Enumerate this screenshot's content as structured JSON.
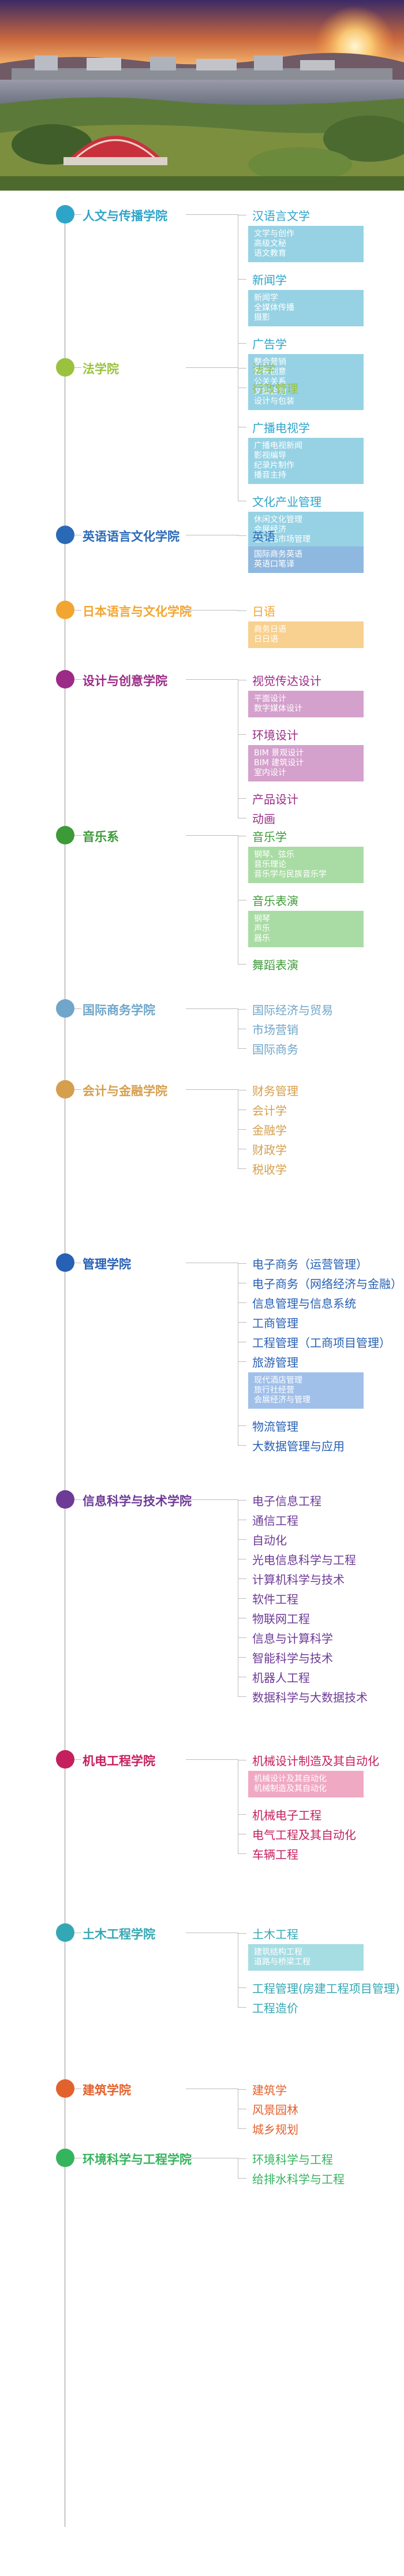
{
  "colleges": [
    {
      "name": "人文与传播学院",
      "color": "#2ea4c9",
      "majors": [
        {
          "label": "汉语言文学",
          "sub": [
            "文学与创作",
            "高级文秘",
            "语文教育"
          ]
        },
        {
          "label": "新闻学",
          "sub": [
            "新闻学",
            "全媒体传播",
            "摄影"
          ]
        },
        {
          "label": "广告学",
          "sub": [
            "整合营销",
            "影视创意",
            "公关关系",
            "文案企划",
            "设计与包装"
          ]
        },
        {
          "label": "广播电视学",
          "sub": [
            "广播电视新闻",
            "影视编导",
            "纪录片制作",
            "播音主持"
          ]
        },
        {
          "label": "文化产业管理",
          "sub": [
            "休闲文化管理",
            "会展经济",
            "艺术品市场管理"
          ]
        }
      ]
    },
    {
      "name": "法学院",
      "color": "#9ac23e",
      "majors": [
        {
          "label": "法学"
        },
        {
          "label": "行政管理"
        }
      ]
    },
    {
      "name": "英语语言文化学院",
      "color": "#2a69b6",
      "majors": [
        {
          "label": "英语",
          "sub": [
            "国际商务英语",
            "英语口笔译"
          ]
        }
      ]
    },
    {
      "name": "日本语言与文化学院",
      "color": "#f2a530",
      "majors": [
        {
          "label": "日语",
          "sub": [
            "商务日语",
            "日日语"
          ]
        }
      ]
    },
    {
      "name": "设计与创意学院",
      "color": "#9b2b86",
      "majors": [
        {
          "label": "视觉传达设计",
          "sub": [
            "平面设计",
            "数字媒体设计"
          ]
        },
        {
          "label": "环境设计",
          "sub": [
            "BIM 景观设计",
            "BIM 建筑设计",
            "室内设计"
          ]
        },
        {
          "label": "产品设计"
        },
        {
          "label": "动画"
        }
      ]
    },
    {
      "name": "音乐系",
      "color": "#3d9a38",
      "majors": [
        {
          "label": "音乐学",
          "sub": [
            "钢琴、弦乐",
            "音乐理论",
            "音乐学与民族音乐学"
          ]
        },
        {
          "label": "音乐表演",
          "sub": [
            "钢琴",
            "声乐",
            "器乐"
          ]
        },
        {
          "label": "舞蹈表演"
        }
      ]
    },
    {
      "name": "国际商务学院",
      "color": "#6fa6c9",
      "majors": [
        {
          "label": "国际经济与贸易"
        },
        {
          "label": "市场营销"
        },
        {
          "label": "国际商务"
        }
      ]
    },
    {
      "name": "会计与金融学院",
      "color": "#d59f4d",
      "majors": [
        {
          "label": "财务管理"
        },
        {
          "label": "会计学"
        },
        {
          "label": "金融学"
        },
        {
          "label": "财政学"
        },
        {
          "label": "税收学"
        }
      ]
    },
    {
      "name": "管理学院",
      "color": "#2760b4",
      "majors": [
        {
          "label": "电子商务（运营管理）"
        },
        {
          "label": "电子商务（网络经济与金融）"
        },
        {
          "label": "信息管理与信息系统"
        },
        {
          "label": "工商管理"
        },
        {
          "label": "工程管理（工商项目管理）"
        },
        {
          "label": "旅游管理",
          "sub": [
            "现代酒店管理",
            "旅行社经营",
            "会展经济与管理"
          ]
        },
        {
          "label": "物流管理"
        },
        {
          "label": "大数据管理与应用"
        }
      ]
    },
    {
      "name": "信息科学与技术学院",
      "color": "#6d3a96",
      "majors": [
        {
          "label": "电子信息工程"
        },
        {
          "label": "通信工程"
        },
        {
          "label": "自动化"
        },
        {
          "label": "光电信息科学与工程"
        },
        {
          "label": "计算机科学与技术"
        },
        {
          "label": "软件工程"
        },
        {
          "label": "物联网工程"
        },
        {
          "label": "信息与计算科学"
        },
        {
          "label": "智能科学与技术"
        },
        {
          "label": "机器人工程"
        },
        {
          "label": "数据科学与大数据技术"
        }
      ]
    },
    {
      "name": "机电工程学院",
      "color": "#c51f5e",
      "majors": [
        {
          "label": "机械设计制造及其自动化",
          "sub": [
            "机械设计及其自动化",
            "机械制造及其自动化"
          ]
        },
        {
          "label": "机械电子工程"
        },
        {
          "label": "电气工程及其自动化"
        },
        {
          "label": "车辆工程"
        }
      ]
    },
    {
      "name": "土木工程学院",
      "color": "#34a7b4",
      "majors": [
        {
          "label": "土木工程",
          "sub": [
            "建筑结构工程",
            "道路与桥梁工程"
          ]
        },
        {
          "label": "工程管理(房建工程项目管理)"
        },
        {
          "label": "工程造价"
        }
      ]
    },
    {
      "name": "建筑学院",
      "color": "#e2622e",
      "majors": [
        {
          "label": "建筑学"
        },
        {
          "label": "风景园林"
        },
        {
          "label": "城乡规划"
        }
      ]
    },
    {
      "name": "环境科学与工程学院",
      "color": "#35b45e",
      "majors": [
        {
          "label": "环境科学与工程"
        },
        {
          "label": "给排水科学与工程"
        }
      ]
    }
  ]
}
